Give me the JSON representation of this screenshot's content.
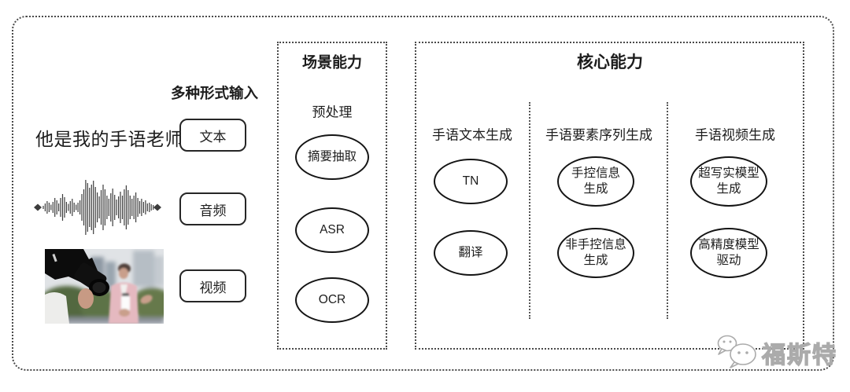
{
  "figure": {
    "input": {
      "heading": "多种形式输入",
      "sample_text": "他是我的手语老师",
      "types": [
        {
          "label": "文本"
        },
        {
          "label": "音频"
        },
        {
          "label": "视频"
        }
      ],
      "media": [
        {
          "icon": "audio-waveform-icon"
        },
        {
          "icon": "video-thumbnail"
        }
      ]
    },
    "scene": {
      "title": "场景能力",
      "subtitle": "预处理",
      "nodes": [
        {
          "label": "摘要抽取"
        },
        {
          "label": "ASR"
        },
        {
          "label": "OCR"
        }
      ]
    },
    "core": {
      "title": "核心能力",
      "columns": [
        {
          "header": "手语文本生成",
          "nodes": [
            {
              "label": "TN"
            },
            {
              "label": "翻译"
            }
          ]
        },
        {
          "header": "手语要素序列生成",
          "nodes": [
            {
              "label": "手控信息\n生成"
            },
            {
              "label": "非手控信息\n生成"
            }
          ]
        },
        {
          "header": "手语视频生成",
          "nodes": [
            {
              "label": "超写实模型\n生成"
            },
            {
              "label": "高精度模型\n驱动"
            }
          ]
        }
      ]
    },
    "watermark": {
      "label": "福斯特",
      "icon": "wechat-icon"
    }
  },
  "colors": {
    "ink": "#1d1d1d",
    "frame": "#4a4a4a",
    "watermark": "#ababab"
  }
}
